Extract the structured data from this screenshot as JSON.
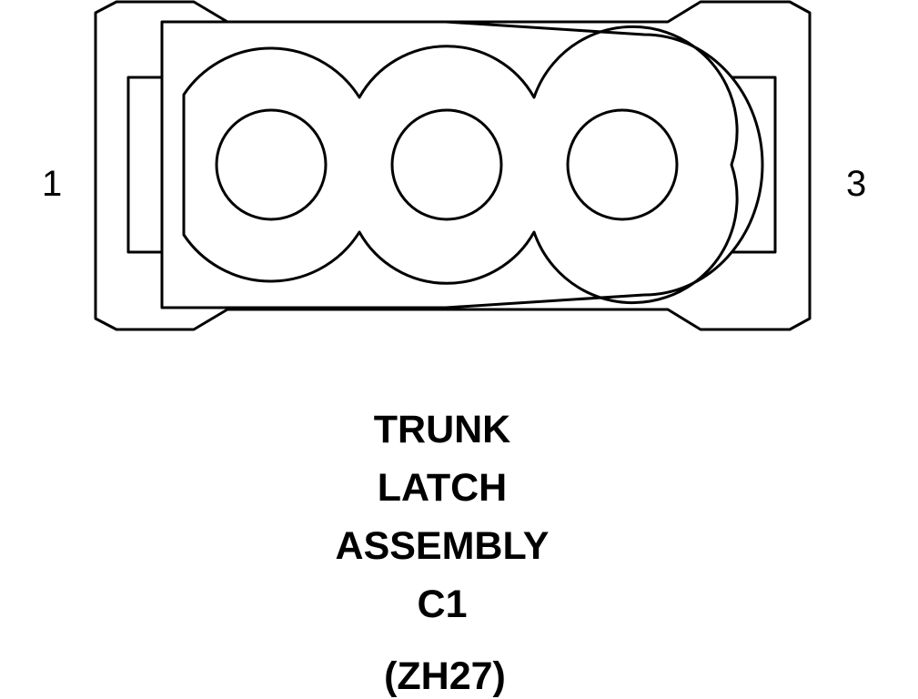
{
  "pin_labels": {
    "left": "1",
    "right": "3"
  },
  "connector": {
    "name_lines": [
      "TRUNK",
      "LATCH",
      "ASSEMBLY",
      "C1"
    ],
    "code": "(ZH27)",
    "cavity_count": 3
  },
  "colors": {
    "stroke": "#000000",
    "background": "#ffffff"
  }
}
